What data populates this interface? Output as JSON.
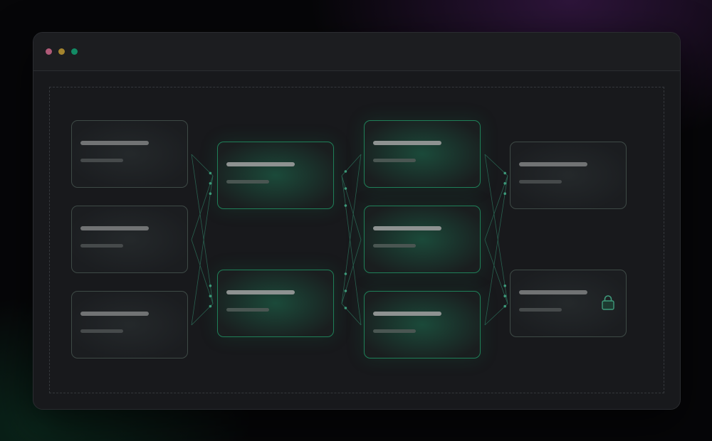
{
  "colors": {
    "dot_red": "#b05a78",
    "dot_yellow": "#a4842e",
    "dot_green": "#128a64",
    "accent": "#1f7f58",
    "connector": "#2f7a62",
    "port": "#3e9a7a"
  },
  "window": {
    "controls": [
      "close",
      "minimize",
      "maximize"
    ]
  },
  "diagram": {
    "columns": [
      {
        "nodes": [
          {
            "state": "plain"
          },
          {
            "state": "plain"
          },
          {
            "state": "plain"
          }
        ]
      },
      {
        "nodes": [
          {
            "state": "active"
          },
          {
            "state": "active"
          }
        ]
      },
      {
        "nodes": [
          {
            "state": "active"
          },
          {
            "state": "active"
          },
          {
            "state": "active"
          }
        ]
      },
      {
        "nodes": [
          {
            "state": "plain"
          },
          {
            "state": "plain",
            "icon": "lock-icon"
          }
        ]
      }
    ]
  }
}
